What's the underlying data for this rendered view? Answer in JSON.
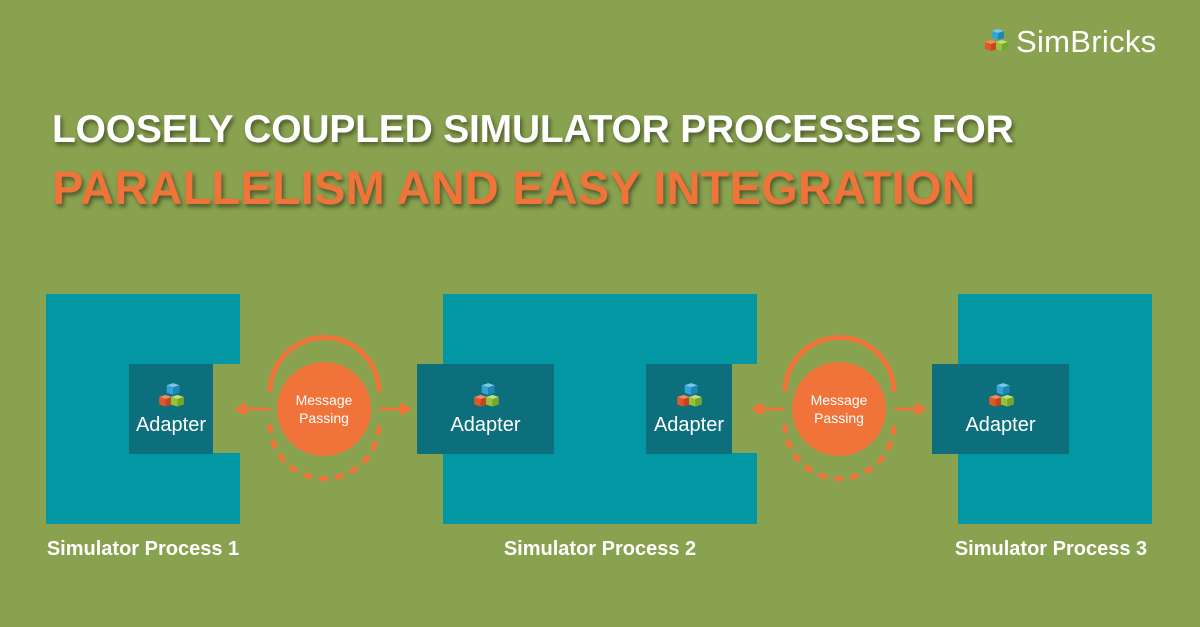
{
  "brand": {
    "name": "SimBricks",
    "logo_icon": "cubes-logo-icon"
  },
  "title": {
    "line1": "LOOSELY COUPLED SIMULATOR PROCESSES FOR",
    "line2": "PARALLELISM AND EASY INTEGRATION"
  },
  "processes": [
    {
      "label": "Simulator Process 1"
    },
    {
      "label": "Simulator Process 2"
    },
    {
      "label": "Simulator Process 3"
    }
  ],
  "adapter_label": "Adapter",
  "message_passing": {
    "line1": "Message",
    "line2": "Passing"
  },
  "colors": {
    "background": "#89a24f",
    "process_fill": "#0397a4",
    "adapter_fill": "#0d6f7b",
    "accent_orange": "#f0733a",
    "cube_blue": "#34a4d7",
    "cube_red": "#e2572a",
    "cube_green": "#95c43c"
  }
}
